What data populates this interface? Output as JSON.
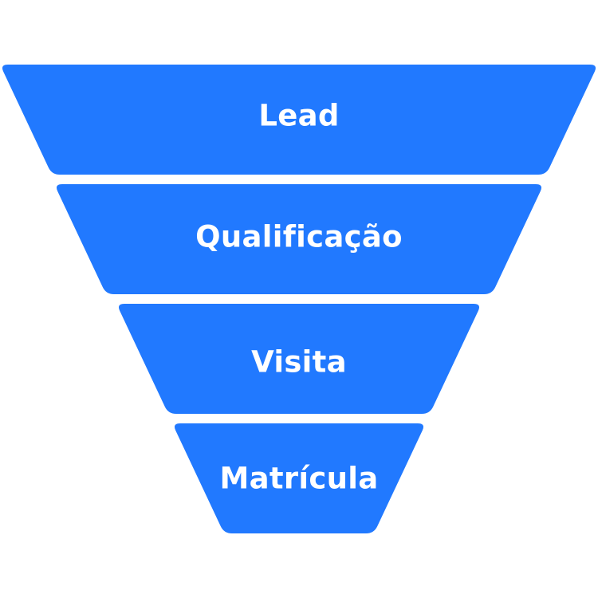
{
  "funnel": {
    "fill_color": "#2179FF",
    "background_color": "#FFFFFF",
    "stages": [
      {
        "label": "Lead"
      },
      {
        "label": "Qualificação"
      },
      {
        "label": "Visita"
      },
      {
        "label": "Matrícula"
      }
    ]
  }
}
